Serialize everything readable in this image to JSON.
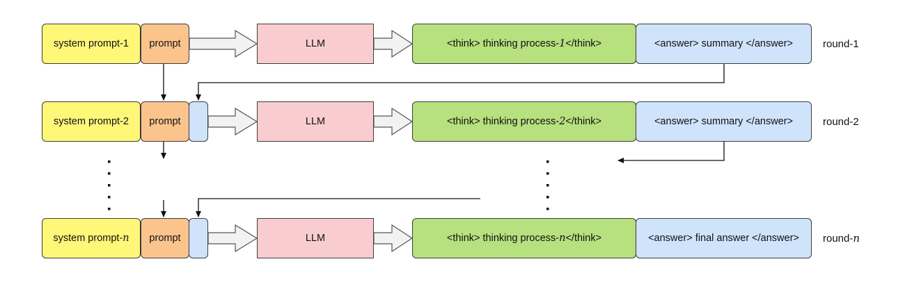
{
  "rounds": [
    {
      "system_prompt": "system prompt-1",
      "prompt": "prompt",
      "llm": "LLM",
      "think_open": "<think> thinking process-",
      "think_index": "1",
      "think_close": " </think>",
      "answer": "<answer> summary </answer>",
      "round_prefix": "round-",
      "round_index": "1"
    },
    {
      "system_prompt": "system prompt-2",
      "prompt": "prompt",
      "llm": "LLM",
      "think_open": "<think> thinking process-",
      "think_index": "2",
      "think_close": " </think>",
      "answer": "<answer> summary </answer>",
      "round_prefix": "round-",
      "round_index": "2"
    },
    {
      "system_prompt": "system prompt-",
      "system_prompt_index": "n",
      "prompt": "prompt",
      "llm": "LLM",
      "think_open": "<think> thinking process-",
      "think_index": "n",
      "think_close": " </think>",
      "answer": "<answer> final answer </answer>",
      "round_prefix": "round-",
      "round_index": "n"
    }
  ],
  "colors": {
    "system_prompt": "#fff778",
    "prompt": "#fcc48d",
    "llm": "#f9cdcf",
    "thinking": "#b7e07e",
    "answer": "#cfe3fb"
  }
}
